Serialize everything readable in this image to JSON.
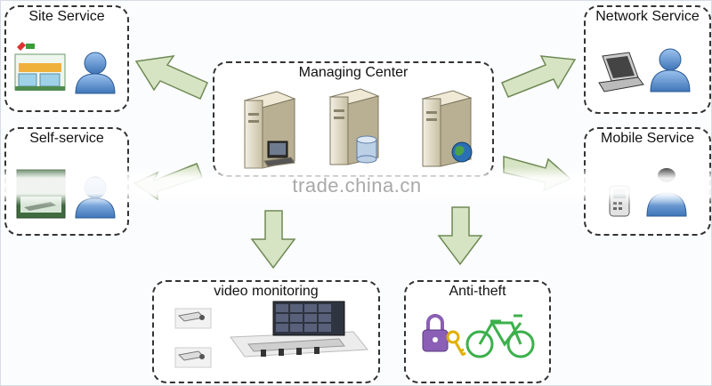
{
  "center": {
    "title": "Managing Center"
  },
  "site": {
    "title": "Site Service"
  },
  "self": {
    "title": "Self-service"
  },
  "network": {
    "title": "Network Service"
  },
  "mobile": {
    "title": "Mobile Service"
  },
  "video": {
    "title": "video monitoring"
  },
  "antitheft": {
    "title": "Anti-theft"
  },
  "watermark": "trade.china.cn",
  "colors": {
    "arrow_fill": "#d6e4c4",
    "arrow_stroke": "#6f8a55",
    "server": "#dcd5bd",
    "person": "#6a9bd6"
  }
}
